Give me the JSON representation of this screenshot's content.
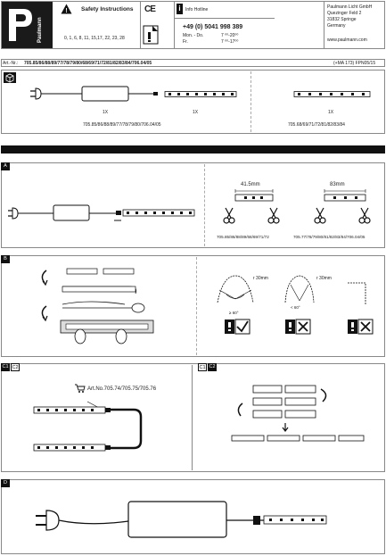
{
  "brand": "Paulmann",
  "header": {
    "safety_title": "Safety Instructions",
    "safety_refs": "0, 1, 6, 8, 11, 15,17, 22, 23, 28",
    "hotline_label": "Info Hotline",
    "phone": "+49 (0) 5041 998 389",
    "hours_days_1": "Mon. - Do.",
    "hours_time_1": "7 ⁰⁰-20⁰⁰",
    "hours_days_2": "Fr.",
    "hours_time_2": "7 ⁰⁰-17⁰⁰",
    "company_line1": "Paulmann Licht GmbH",
    "company_line2": "Quezinger Feld 2",
    "company_line3": "31832 Springe",
    "company_line4": "Germany",
    "website": "www.paulmann.com"
  },
  "artnr": {
    "prefix": "Art.-Nr.:",
    "numbers": "705.85/86/88/89/77/78/79/80/68/69/71/72/81/82/83/84/706.04/05",
    "right": "(+MA 173) FPN05/15"
  },
  "contents": {
    "qty_driver": "1X",
    "qty_strip_a": "1X",
    "qty_strip_b": "1X",
    "models_a": "705.85/86/88/89/77/78/79/80/706.04/05",
    "models_b": "705.68/69/71/72/81/82/83/84"
  },
  "sections": {
    "a": "A",
    "b": "B",
    "c1": "C1",
    "c2": "C2",
    "d": "D"
  },
  "section_a": {
    "dim_1": "41.5mm",
    "dim_2": "83mm",
    "models_1": "705.85/86/88/89/68/69/71/72",
    "models_2": "705.77/78/79/80/81/82/83/84/706.04/05"
  },
  "section_b": {
    "radius_1": "r 30mm",
    "radius_2": "r 30mm",
    "angle_ok": "≥ 60°",
    "angle_bad": "< 60°"
  },
  "section_c": {
    "accessory": "Art.No.705.74/705.75/705.76"
  }
}
